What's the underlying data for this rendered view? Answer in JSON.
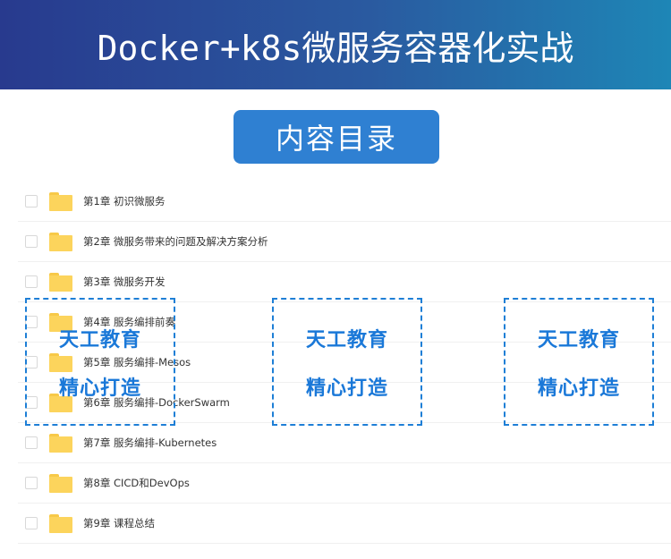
{
  "header": {
    "title": "Docker+k8s微服务容器化实战"
  },
  "toc_button": "内容目录",
  "chapters": [
    "第1章 初识微服务",
    "第2章 微服务带来的问题及解决方案分析",
    "第3章 微服务开发",
    "第4章 服务编排前奏",
    "第5章 服务编排-Mesos",
    "第6章 服务编排-DockerSwarm",
    "第7章 服务编排-Kubernetes",
    "第8章 CICD和DevOps",
    "第9章 课程总结"
  ],
  "watermark": {
    "line1": "天工教育",
    "line2": "精心打造"
  },
  "colors": {
    "accent": "#2f80d2",
    "folder": "#fcd45c",
    "watermark": "#1a78d8"
  }
}
